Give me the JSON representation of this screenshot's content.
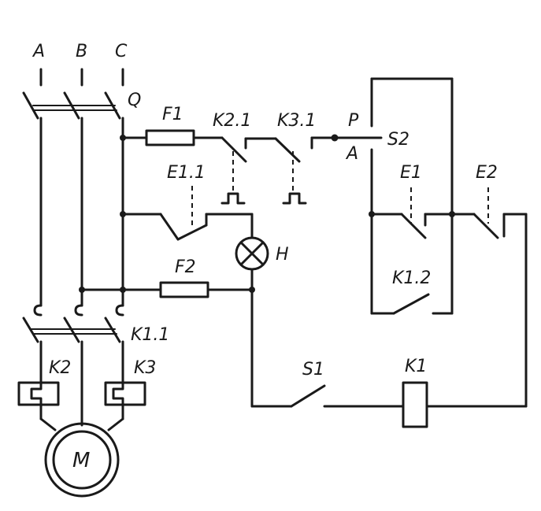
{
  "labels": {
    "phase_a": "A",
    "phase_b": "B",
    "phase_c": "C",
    "q": "Q",
    "f1": "F1",
    "k2_1": "K2.1",
    "k3_1": "K3.1",
    "p": "P",
    "a_pos": "A",
    "s2": "S2",
    "e1_1": "E1.1",
    "h": "H",
    "f2": "F2",
    "e1": "E1",
    "e2": "E2",
    "k1_2": "K1.2",
    "k1_1": "K1.1",
    "k2": "K2",
    "k3": "K3",
    "s1": "S1",
    "k1": "K1",
    "motor": "M"
  }
}
